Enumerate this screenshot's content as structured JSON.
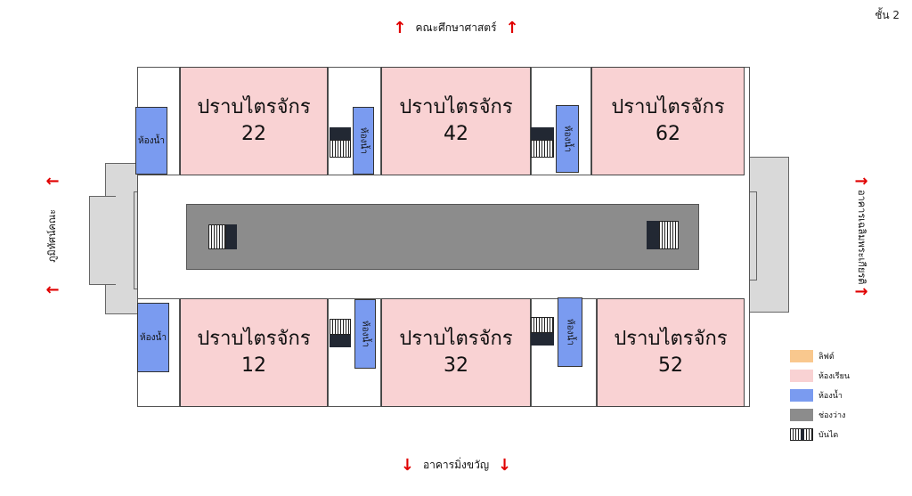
{
  "floor": "ชั้น 2",
  "directions": {
    "top": "คณะศึกษาศาสตร์",
    "bottom": "อาคารมิ่งขวัญ",
    "left": "ภูมิทัศน์คณะ",
    "right": "อาคารเฉลิมพระเกียรติ"
  },
  "arrow_glyph": "➞",
  "classrooms": [
    {
      "name": "ปราบไตรจักร",
      "number": "22"
    },
    {
      "name": "ปราบไตรจักร",
      "number": "42"
    },
    {
      "name": "ปราบไตรจักร",
      "number": "62"
    },
    {
      "name": "ปราบไตรจักร",
      "number": "12"
    },
    {
      "name": "ปราบไตรจักร",
      "number": "32"
    },
    {
      "name": "ปราบไตรจักร",
      "number": "52"
    }
  ],
  "restroom_label": "ห้องน้ำ",
  "legend": [
    {
      "label": "ลิฟต์",
      "color": "#f9c88e"
    },
    {
      "label": "ห้องเรียน",
      "color": "#f9d2d3"
    },
    {
      "label": "ห้องน้ำ",
      "color": "#7a9bf0"
    },
    {
      "label": "ช่องว่าง",
      "color": "#8c8c8c"
    },
    {
      "label": "บันได",
      "color": "#222833"
    }
  ]
}
